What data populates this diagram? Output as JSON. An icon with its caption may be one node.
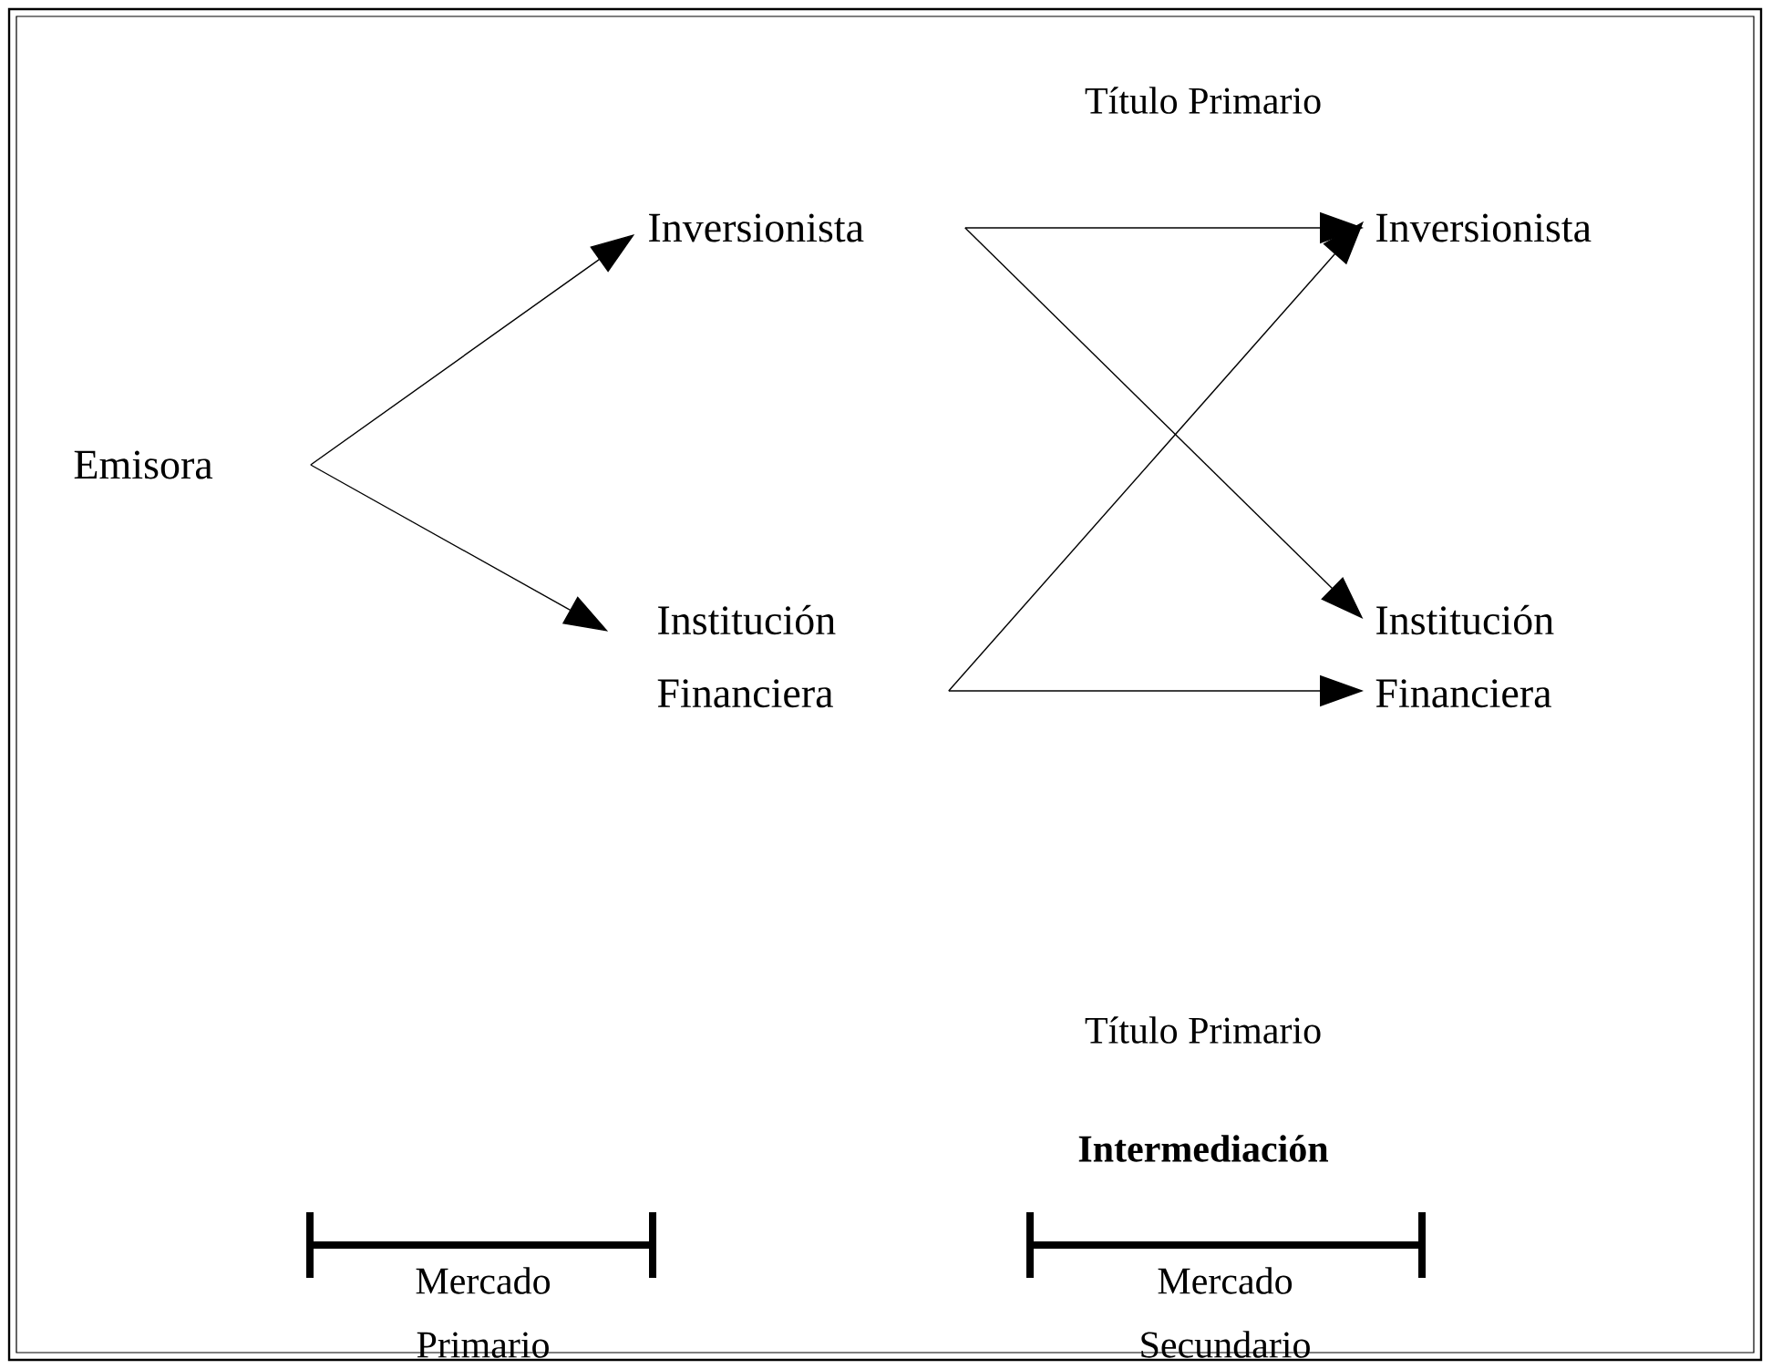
{
  "diagram": {
    "nodes": [
      {
        "text": [
          "Emisora"
        ]
      },
      {
        "text": [
          "Inversionista"
        ]
      },
      {
        "text": [
          "Institución Financiera"
        ]
      },
      {
        "text": [
          "Inversionista"
        ]
      },
      {
        "text": [
          "Institución Financiera"
        ]
      }
    ],
    "edges": [
      {
        "from": 0,
        "to": 1,
        "arrow": "to"
      },
      {
        "from": 0,
        "to": 2,
        "arrow": "to"
      },
      {
        "from": 1,
        "to": 3,
        "arrow": "to"
      },
      {
        "from": 1,
        "to": 4,
        "arrow": "to"
      },
      {
        "from": 2,
        "to": 3,
        "arrow": "to"
      },
      {
        "from": 2,
        "to": 4,
        "arrow": "to"
      }
    ],
    "labels": [
      "Título Primario",
      "Título Primario",
      "Intermediación",
      "Mercado Primario",
      "Mercado Secundario"
    ]
  }
}
